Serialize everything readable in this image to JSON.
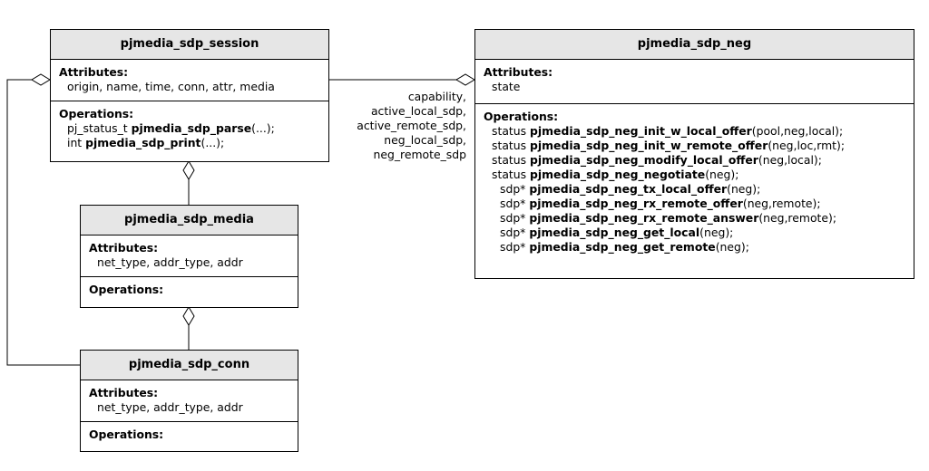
{
  "session": {
    "name": "pjmedia_sdp_session",
    "attributes_title": "Attributes:",
    "attributes": "origin, name, time, conn, attr, media",
    "operations_title": "Operations:",
    "op1_prefix": "pj_status_t ",
    "op1_name": "pjmedia_sdp_parse",
    "op1_args": "(...);",
    "op2_prefix": "int ",
    "op2_name": "pjmedia_sdp_print",
    "op2_args": "(...);"
  },
  "media": {
    "name": "pjmedia_sdp_media",
    "attributes_title": "Attributes:",
    "attributes": "net_type, addr_type, addr",
    "operations_title": "Operations:"
  },
  "conn": {
    "name": "pjmedia_sdp_conn",
    "attributes_title": "Attributes:",
    "attributes": "net_type, addr_type, addr",
    "operations_title": "Operations:"
  },
  "neg": {
    "name": "pjmedia_sdp_neg",
    "attributes_title": "Attributes:",
    "attributes": "state",
    "operations_title": "Operations:",
    "operations": [
      {
        "prefix": "status ",
        "name": "pjmedia_sdp_neg_init_w_local_offer",
        "args": "(pool,neg,local);"
      },
      {
        "prefix": "status ",
        "name": "pjmedia_sdp_neg_init_w_remote_offer",
        "args": "(neg,loc,rmt);"
      },
      {
        "prefix": "status ",
        "name": "pjmedia_sdp_neg_modify_local_offer",
        "args": "(neg,local);"
      },
      {
        "prefix": "status ",
        "name": "pjmedia_sdp_neg_negotiate",
        "args": "(neg);"
      },
      {
        "prefix": "sdp* ",
        "name": "pjmedia_sdp_neg_tx_local_offer",
        "args": "(neg);"
      },
      {
        "prefix": "sdp* ",
        "name": "pjmedia_sdp_neg_rx_remote_offer",
        "args": "(neg,remote);"
      },
      {
        "prefix": "sdp* ",
        "name": "pjmedia_sdp_neg_rx_remote_answer",
        "args": "(neg,remote);"
      },
      {
        "prefix": "sdp* ",
        "name": "pjmedia_sdp_neg_get_local",
        "args": "(neg);"
      },
      {
        "prefix": "sdp* ",
        "name": "pjmedia_sdp_neg_get_remote",
        "args": "(neg);"
      }
    ]
  },
  "association_labels": [
    "capability,",
    "active_local_sdp,",
    "active_remote_sdp,",
    "neg_local_sdp,",
    "neg_remote_sdp"
  ]
}
